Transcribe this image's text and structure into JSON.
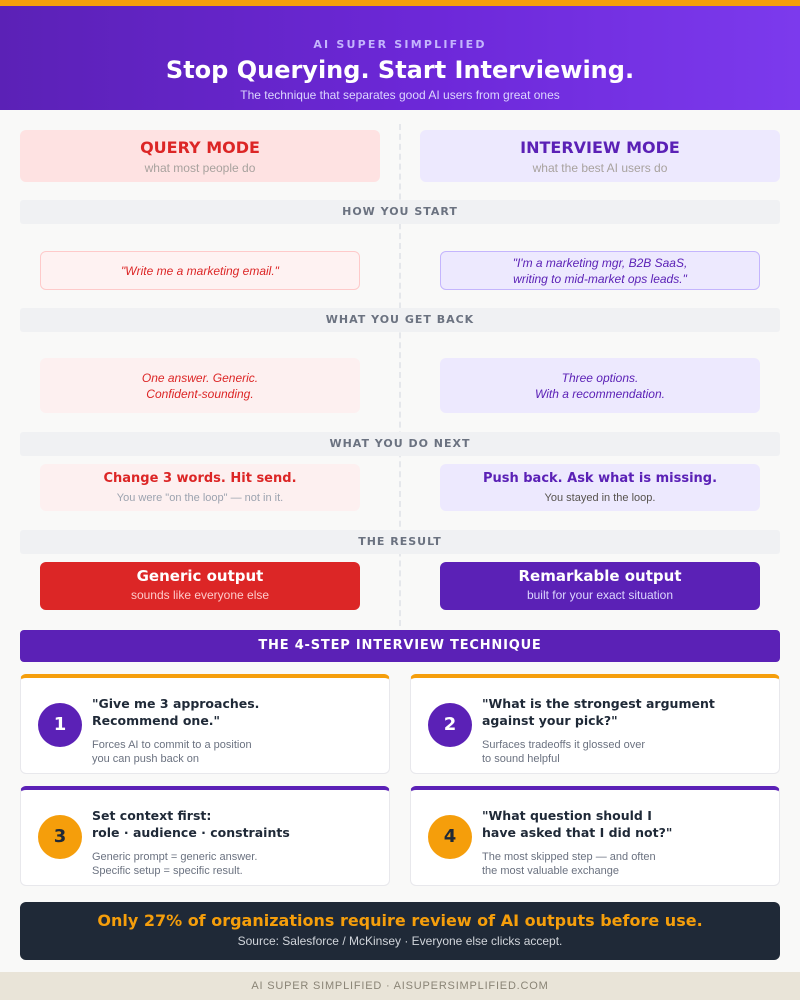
{
  "header": {
    "brand": "AI SUPER SIMPLIFIED",
    "title": "Stop Querying. Start Interviewing.",
    "subtitle": "The technique that separates good AI users from great ones"
  },
  "modes": {
    "query": {
      "title": "QUERY MODE",
      "subtitle": "what most people do"
    },
    "interview": {
      "title": "INTERVIEW MODE",
      "subtitle": "what the best AI users do"
    }
  },
  "sections": {
    "how_you_start": {
      "label": "HOW YOU START",
      "query_lines": [
        "\"Write me a marketing email.\""
      ],
      "interview_lines": [
        "\"I'm a marketing mgr, B2B SaaS,",
        "writing to mid-market ops leads.\""
      ]
    },
    "what_you_get_back": {
      "label": "WHAT YOU GET BACK",
      "query_lines": [
        "One answer. Generic.",
        "Confident-sounding."
      ],
      "interview_lines": [
        "Three options.",
        "With a recommendation."
      ]
    },
    "what_you_do_next": {
      "label": "WHAT YOU DO NEXT",
      "query_main": "Change 3 words. Hit send.",
      "query_sub": "You were \"on the loop\" — not in it.",
      "interview_main": "Push back. Ask what is missing.",
      "interview_sub": "You stayed in the loop."
    },
    "the_result": {
      "label": "THE RESULT",
      "query_main": "Generic output",
      "query_sub": "sounds like everyone else",
      "interview_main": "Remarkable output",
      "interview_sub": "built for your exact situation"
    }
  },
  "technique": {
    "title": "THE 4-STEP INTERVIEW TECHNIQUE",
    "steps": [
      {
        "number": "1",
        "title_lines": [
          "\"Give me 3 approaches.",
          "Recommend one.\""
        ],
        "desc_lines": [
          "Forces AI to commit to a position",
          "you can push back on"
        ]
      },
      {
        "number": "2",
        "title_lines": [
          "\"What is the strongest argument",
          "against your pick?\""
        ],
        "desc_lines": [
          "Surfaces tradeoffs it glossed over",
          "to sound helpful"
        ]
      },
      {
        "number": "3",
        "title_lines": [
          "Set context first:",
          "role · audience · constraints"
        ],
        "desc_lines": [
          "Generic prompt = generic answer.",
          "Specific setup = specific result."
        ]
      },
      {
        "number": "4",
        "title_lines": [
          "\"What question should I",
          "have asked that I did not?\""
        ],
        "desc_lines": [
          "The most skipped step — and often",
          "the most valuable exchange"
        ]
      }
    ]
  },
  "stat": {
    "main": "Only 27% of organizations require review of AI outputs before use.",
    "source": "Source: Salesforce / McKinsey · Everyone else clicks accept."
  },
  "footer": {
    "text": "AI SUPER SIMPLIFIED · AISUPERSIMPLIFIED.COM"
  },
  "colors": {
    "accent_amber": "#f59e0b",
    "purple": "#5b21b6",
    "red": "#dc2626",
    "navy": "#1f2937"
  }
}
